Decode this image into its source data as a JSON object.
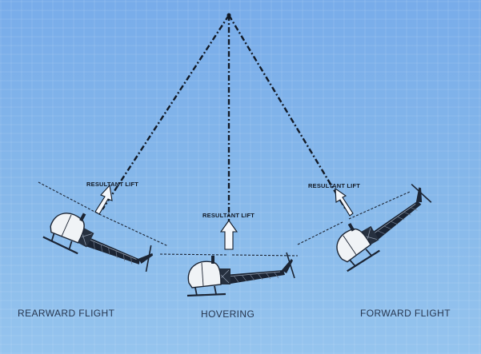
{
  "labels": {
    "resultant_lift": "RESULTANT LIFT"
  },
  "captions": {
    "rearward": "REARWARD FLIGHT",
    "hovering": "HOVERING",
    "forward": "FORWARD FLIGHT"
  },
  "colors": {
    "background": "#7fb2e6",
    "line": "#121a26",
    "arrow_fill": "#f4f7fb",
    "cabin": "#f0f3f6"
  }
}
